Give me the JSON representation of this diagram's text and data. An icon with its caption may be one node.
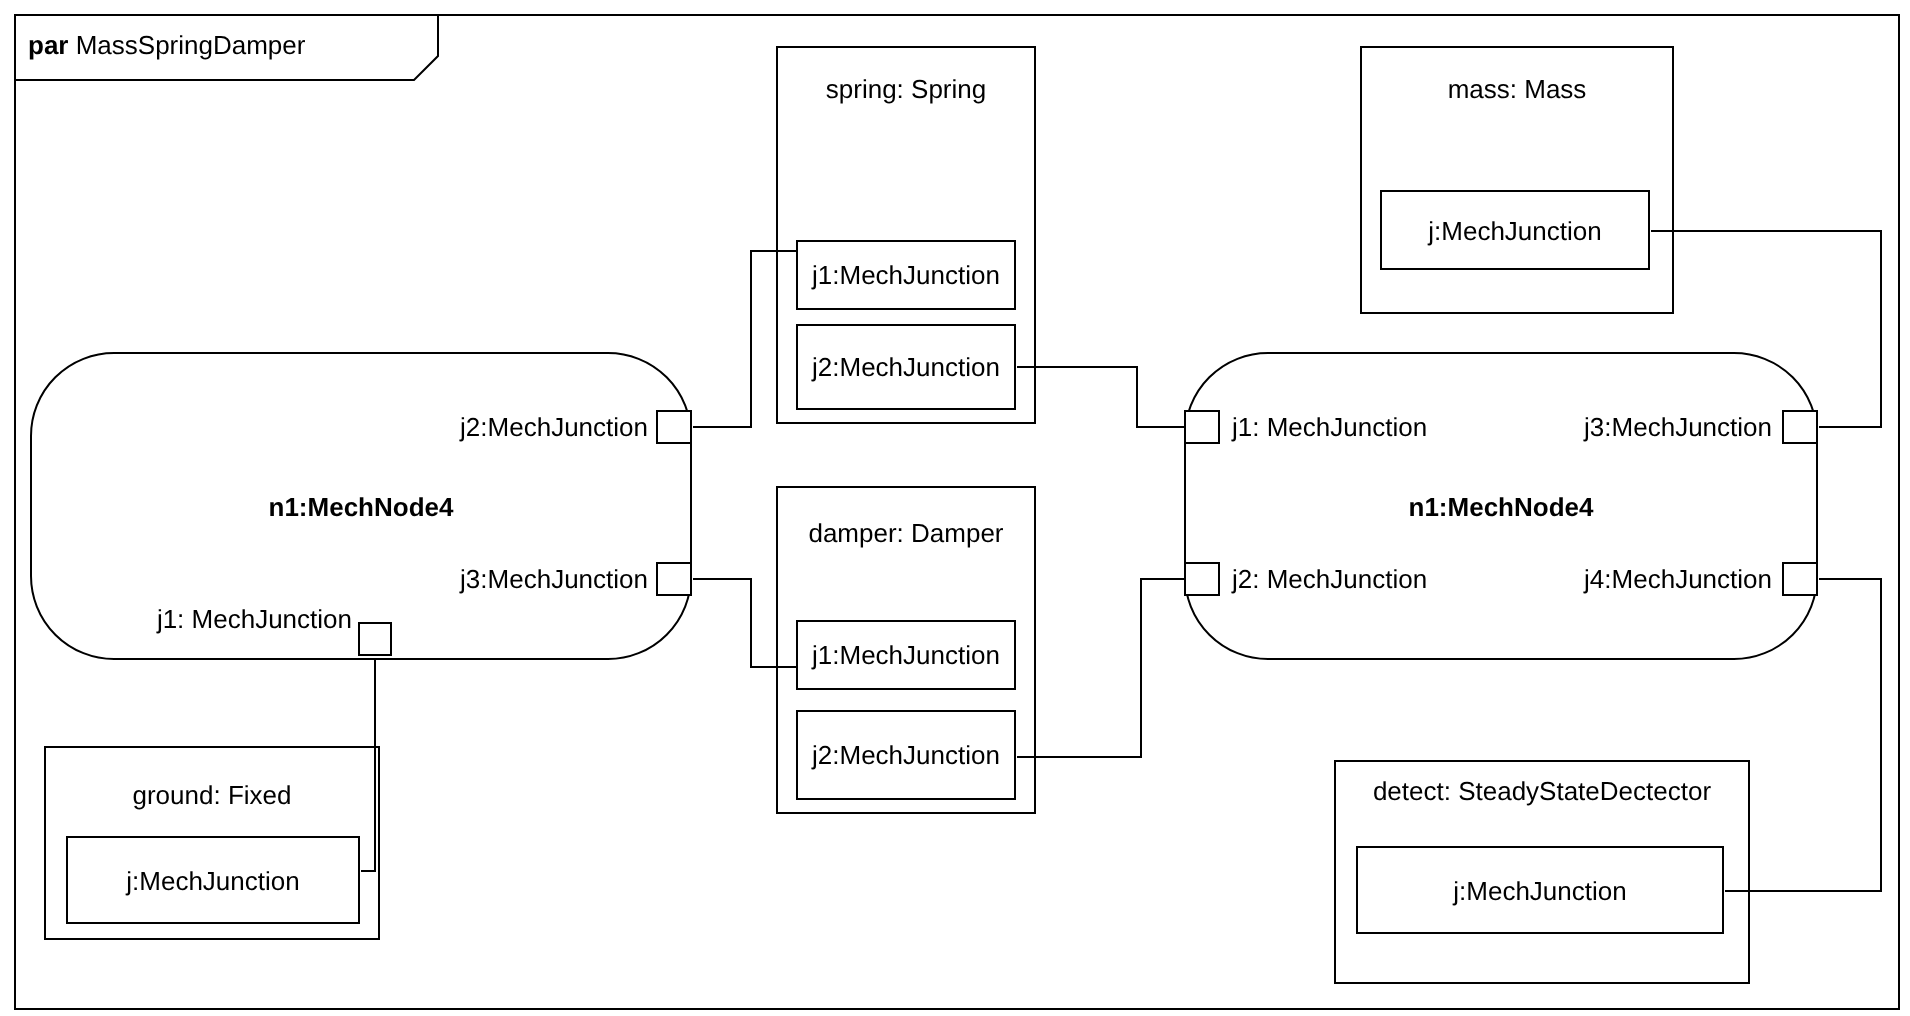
{
  "diagram": {
    "nodes": [
      {
        "text": [
          "**par** MassSpringDamper"
        ]
      },
      {
        "text": [
          "spring: Spring"
        ],
        "in": 0
      },
      {
        "text": [
          "j1:MechJunction"
        ],
        "in": 1
      },
      {
        "text": [
          "j2:MechJunction"
        ],
        "in": 1
      },
      {
        "text": [
          "mass: Mass"
        ],
        "in": 0
      },
      {
        "text": [
          "j:MechJunction"
        ],
        "in": 4
      },
      {
        "text": [
          "n1:MechNode4"
        ],
        "in": 0
      },
      {
        "text": [],
        "shape": "box",
        "beside": [
          "j2:MechJunction"
        ],
        "in": 6
      },
      {
        "text": [],
        "shape": "box",
        "beside": [
          "j3:MechJunction"
        ],
        "in": 6
      },
      {
        "text": [],
        "shape": "box",
        "beside": [
          "j1: MechJunction"
        ],
        "in": 6
      },
      {
        "text": [
          "n1:MechNode4"
        ],
        "in": 0
      },
      {
        "text": [],
        "shape": "box",
        "beside": [
          "j1: MechJunction"
        ],
        "in": 10
      },
      {
        "text": [],
        "shape": "box",
        "beside": [
          "j3:MechJunction"
        ],
        "in": 10
      },
      {
        "text": [],
        "shape": "box",
        "beside": [
          "j2: MechJunction"
        ],
        "in": 10
      },
      {
        "text": [],
        "shape": "box",
        "beside": [
          "j4:MechJunction"
        ],
        "in": 10
      },
      {
        "text": [
          "damper: Damper"
        ],
        "in": 0
      },
      {
        "text": [
          "j1:MechJunction"
        ],
        "in": 15
      },
      {
        "text": [
          "j2:MechJunction"
        ],
        "in": 15
      },
      {
        "text": [
          "ground: Fixed"
        ],
        "in": 0
      },
      {
        "text": [
          "j:MechJunction"
        ],
        "in": 18
      },
      {
        "text": [
          "detect: SteadyStateDectector"
        ],
        "in": 0
      },
      {
        "text": [
          "j:MechJunction"
        ],
        "in": 20
      }
    ],
    "edges": [
      {
        "from": 7,
        "to": 2,
        "arrow": "none"
      },
      {
        "from": 3,
        "to": 11,
        "arrow": "none"
      },
      {
        "from": 8,
        "to": 16,
        "arrow": "none"
      },
      {
        "from": 17,
        "to": 13,
        "arrow": "none"
      },
      {
        "from": 5,
        "to": 12,
        "arrow": "none"
      },
      {
        "from": 14,
        "to": 21,
        "arrow": "none"
      },
      {
        "from": 9,
        "to": 19,
        "arrow": "none"
      }
    ]
  }
}
